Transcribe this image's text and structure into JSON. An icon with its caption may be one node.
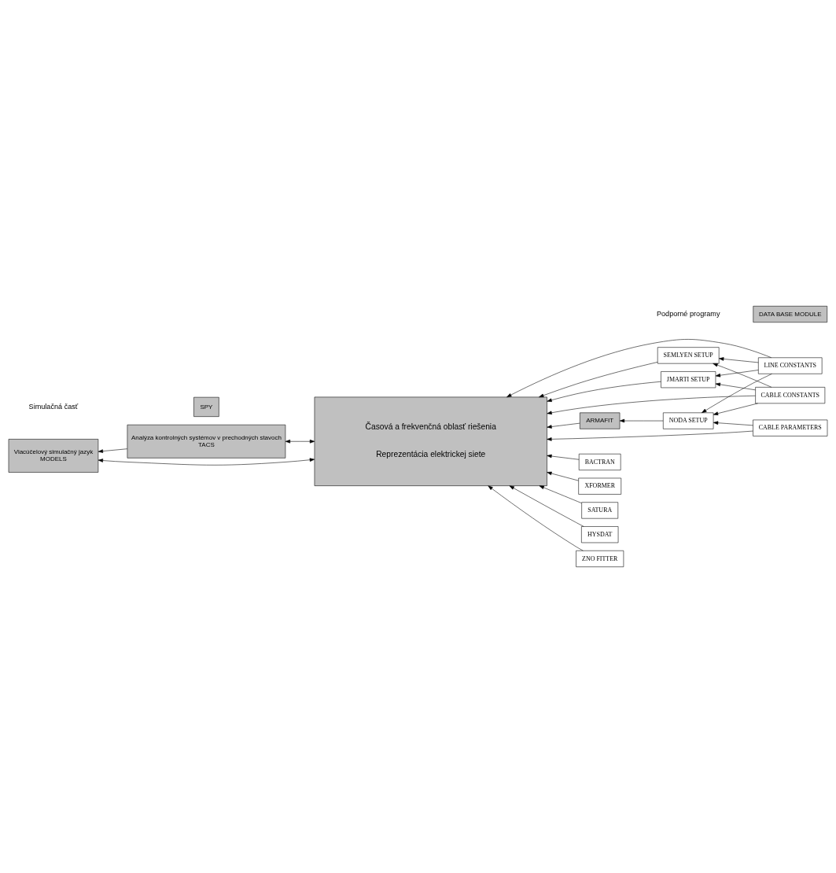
{
  "diagram": {
    "nodes": [
      {
        "text": [
          "Časová a frekvenčná oblasť riešenia",
          "Reprezentácia elektrickej siete"
        ]
      },
      {
        "text": [
          "SPY"
        ]
      },
      {
        "text": [
          "Analýza kontrolných systémov v prechodných stavoch",
          "TACS"
        ]
      },
      {
        "text": [
          "Viacúčelový simulačný jazyk",
          "MODELS"
        ]
      },
      {
        "text": [
          "LINE CONSTANTS"
        ]
      },
      {
        "text": [
          "CABLE CONSTANTS"
        ]
      },
      {
        "text": [
          "SEMLYEN SETUP"
        ]
      },
      {
        "text": [
          "JMARTI SETUP"
        ]
      },
      {
        "text": [
          "CABLE PARAMETERS"
        ]
      },
      {
        "text": [
          "NODA SETUP"
        ]
      },
      {
        "text": [
          "ARMAFIT"
        ]
      },
      {
        "text": [
          "BACTRAN"
        ]
      },
      {
        "text": [
          "XFORMER"
        ]
      },
      {
        "text": [
          "SATURA"
        ]
      },
      {
        "text": [
          "HYSDAT"
        ]
      },
      {
        "text": [
          "ZNO FITTER"
        ]
      },
      {
        "text": [
          "DATA BASE MODULE"
        ]
      }
    ],
    "edges": [
      {
        "from": 4,
        "to": 0,
        "arrow": "to"
      },
      {
        "from": 5,
        "to": 0,
        "arrow": "to"
      },
      {
        "from": 6,
        "to": 0,
        "arrow": "to"
      },
      {
        "from": 7,
        "to": 0,
        "arrow": "to"
      },
      {
        "from": 8,
        "to": 0,
        "arrow": "to"
      },
      {
        "from": 4,
        "to": 6,
        "arrow": "to"
      },
      {
        "from": 5,
        "to": 6,
        "arrow": "to"
      },
      {
        "from": 4,
        "to": 7,
        "arrow": "to"
      },
      {
        "from": 5,
        "to": 7,
        "arrow": "to"
      },
      {
        "from": 4,
        "to": 9,
        "arrow": "to"
      },
      {
        "from": 5,
        "to": 9,
        "arrow": "to"
      },
      {
        "from": 8,
        "to": 9,
        "arrow": "to"
      },
      {
        "from": 9,
        "to": 10,
        "arrow": "to"
      },
      {
        "from": 10,
        "to": 0,
        "arrow": "to"
      },
      {
        "from": 11,
        "to": 0,
        "arrow": "to"
      },
      {
        "from": 12,
        "to": 0,
        "arrow": "to"
      },
      {
        "from": 13,
        "to": 0,
        "arrow": "to"
      },
      {
        "from": 14,
        "to": 0,
        "arrow": "to"
      },
      {
        "from": 15,
        "to": 0,
        "arrow": "to"
      },
      {
        "from": 0,
        "to": 2,
        "arrow": "both"
      },
      {
        "from": 0,
        "to": 3,
        "arrow": "both"
      },
      {
        "from": 2,
        "to": 3,
        "arrow": "to"
      }
    ],
    "labels": [
      "Simulačná časť",
      "Podporné programy"
    ]
  }
}
